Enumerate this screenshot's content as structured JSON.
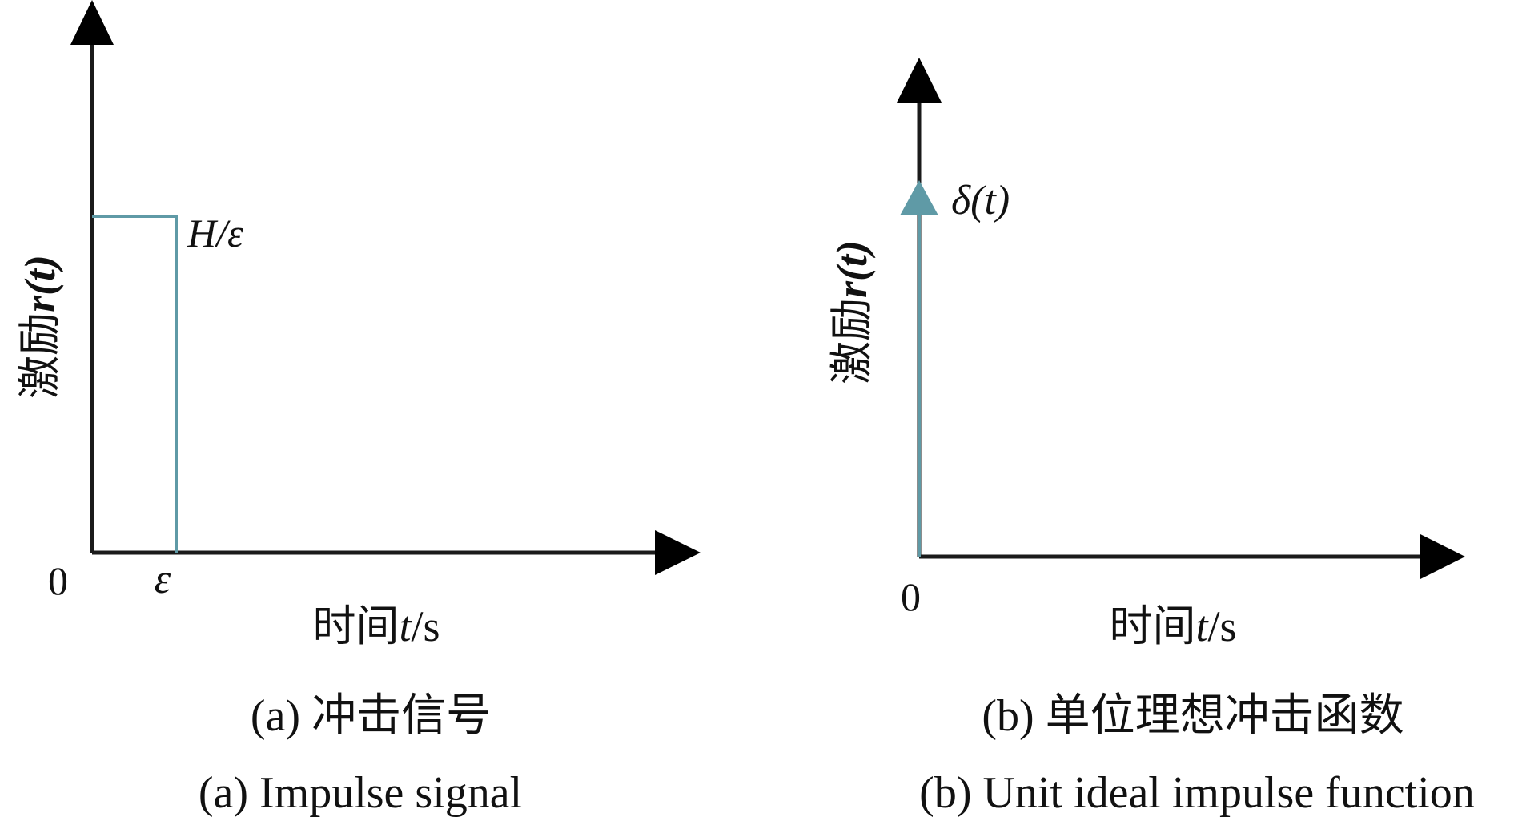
{
  "chart_data": [
    {
      "type": "line",
      "panel_label": "(a)",
      "caption_cn": "冲击信号",
      "caption_en": "Impulse signal",
      "ylabel_cn": "激励",
      "ylabel_sym": "r(t)",
      "xlabel_cn": "时间",
      "xlabel_sym": "t",
      "xlabel_unit": "/s",
      "origin_label": "0",
      "xtick_label": "ε",
      "level_label": "H/ε",
      "series": [
        {
          "x": [
            0,
            1,
            1
          ],
          "y": [
            1,
            1,
            0
          ]
        }
      ],
      "xlim": [
        0,
        4.8
      ],
      "ylim": [
        0,
        1.31
      ],
      "grid": false
    },
    {
      "type": "line",
      "panel_label": "(b)",
      "caption_cn": "单位理想冲击函数",
      "caption_en": "Unit ideal impulse function",
      "ylabel_cn": "激励",
      "ylabel_sym": "r(t)",
      "xlabel_cn": "时间",
      "xlabel_sym": "t",
      "xlabel_unit": "/s",
      "origin_label": "0",
      "impulse_label": "δ(t)",
      "series": [
        {
          "x": [
            0,
            0
          ],
          "y": [
            0,
            1
          ]
        }
      ],
      "xlim": [
        0,
        4.8
      ],
      "ylim": [
        0,
        1.31
      ],
      "grid": false
    }
  ]
}
